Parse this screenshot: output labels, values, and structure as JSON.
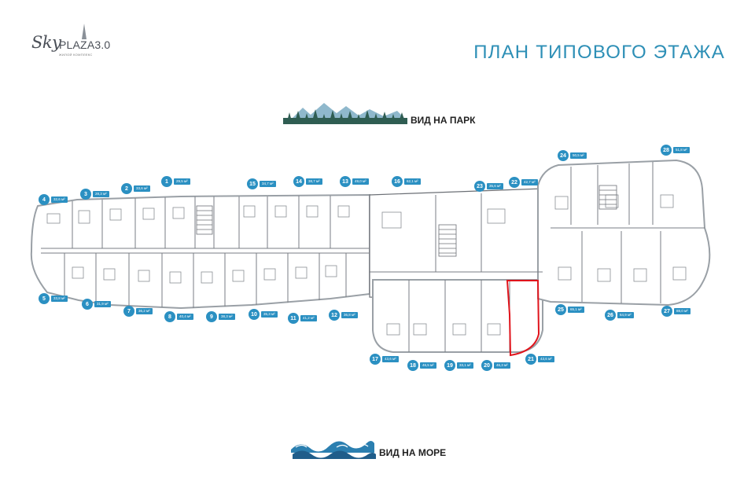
{
  "logo": {
    "sky": "Sky",
    "plaza": "PLAZA3.0",
    "subtitle": "ЖИЛОЙ КОМПЛЕКС"
  },
  "title": "ПЛАН ТИПОВОГО ЭТАЖА",
  "views": {
    "park": "ВИД НА ПАРК",
    "sea": "ВИД НА МОРЕ"
  },
  "colors": {
    "accent": "#2b90c2",
    "title": "#2d8fb6",
    "highlight": "#e0141c",
    "wall": "#6b6f75"
  },
  "icons": {
    "park": "forest-mountains-icon",
    "sea": "waves-icon",
    "logo": "tower-icon"
  },
  "apartments": [
    {
      "n": "1",
      "area": "29,5 м²"
    },
    {
      "n": "2",
      "area": "33,6 м²"
    },
    {
      "n": "3",
      "area": "28,3 м²"
    },
    {
      "n": "4",
      "area": "32,6 м²"
    },
    {
      "n": "5",
      "area": "33,8 м²"
    },
    {
      "n": "6",
      "area": "31,9 м²"
    },
    {
      "n": "7",
      "area": "36,2 м²"
    },
    {
      "n": "8",
      "area": "40,4 м²"
    },
    {
      "n": "9",
      "area": "38,3 м²"
    },
    {
      "n": "10",
      "area": "35,3 м²"
    },
    {
      "n": "11",
      "area": "41,2 м²"
    },
    {
      "n": "12",
      "area": "36,8 м²"
    },
    {
      "n": "13",
      "area": "49,0 м²"
    },
    {
      "n": "14",
      "area": "38,7 м²"
    },
    {
      "n": "15",
      "area": "34,7 м²"
    },
    {
      "n": "16",
      "area": "62,1 м²"
    },
    {
      "n": "17",
      "area": "43,6 м²"
    },
    {
      "n": "18",
      "area": "46,5 м²"
    },
    {
      "n": "19",
      "area": "33,1 м²"
    },
    {
      "n": "20",
      "area": "46,3 м²"
    },
    {
      "n": "21",
      "area": "43,6 м²"
    },
    {
      "n": "22",
      "area": "42,7 м²"
    },
    {
      "n": "23",
      "area": "35,6 м²"
    },
    {
      "n": "24",
      "area": "50,5 м²"
    },
    {
      "n": "25",
      "area": "65,1 м²"
    },
    {
      "n": "26",
      "area": "64,9 м²"
    },
    {
      "n": "27",
      "area": "88,0 м²"
    },
    {
      "n": "28",
      "area": "51,8 м²"
    }
  ]
}
